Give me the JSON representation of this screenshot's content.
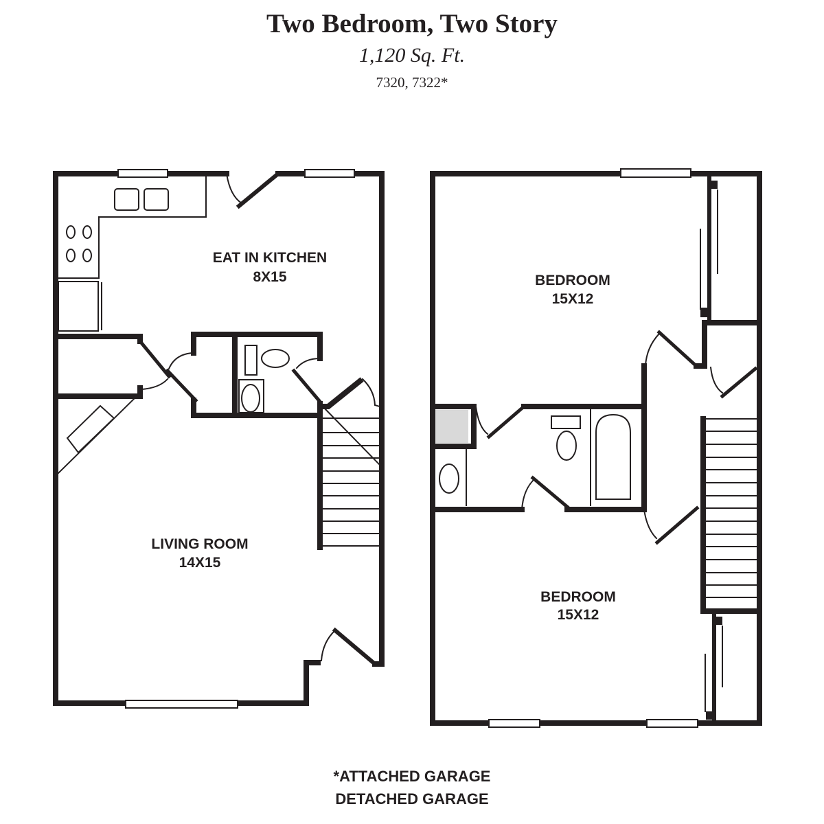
{
  "header": {
    "title": "Two Bedroom, Two Story",
    "square_feet": "1,120 Sq. Ft.",
    "unit_numbers": "7320, 7322*"
  },
  "first_floor": {
    "rooms": [
      {
        "name": "EAT IN KITCHEN",
        "dimensions": "8X15"
      },
      {
        "name": "LIVING ROOM",
        "dimensions": "14X15"
      }
    ]
  },
  "second_floor": {
    "rooms": [
      {
        "name": "BEDROOM",
        "dimensions": "15X12"
      },
      {
        "name": "BEDROOM",
        "dimensions": "15X12"
      }
    ]
  },
  "footnotes": {
    "attached": "*ATTACHED GARAGE",
    "detached": "DETACHED GARAGE"
  },
  "colors": {
    "wall": "#231f20",
    "fill_gray": "#d9d9d9",
    "background": "#ffffff"
  }
}
